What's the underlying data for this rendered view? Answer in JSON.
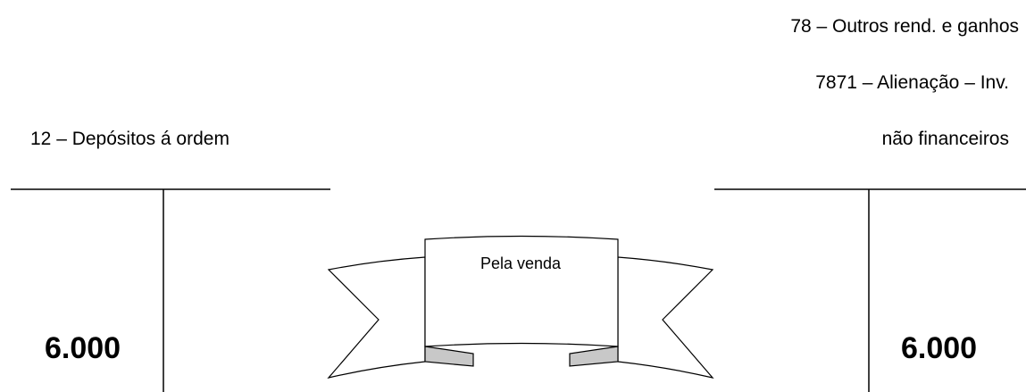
{
  "left_account": {
    "title": "12 – Depósitos á ordem",
    "debit_amount": "6.000"
  },
  "right_account": {
    "title_line_1": "78 – Outros rend. e ganhos",
    "title_line_2": "7871 – Alienação – Inv.",
    "title_line_3": "não financeiros",
    "debit_amount": "6.000"
  },
  "banner": {
    "label": "Pela venda"
  },
  "colors": {
    "line": "#000000",
    "ribbon_fill": "#ffffff",
    "ribbon_fold": "#c8c8c8"
  }
}
